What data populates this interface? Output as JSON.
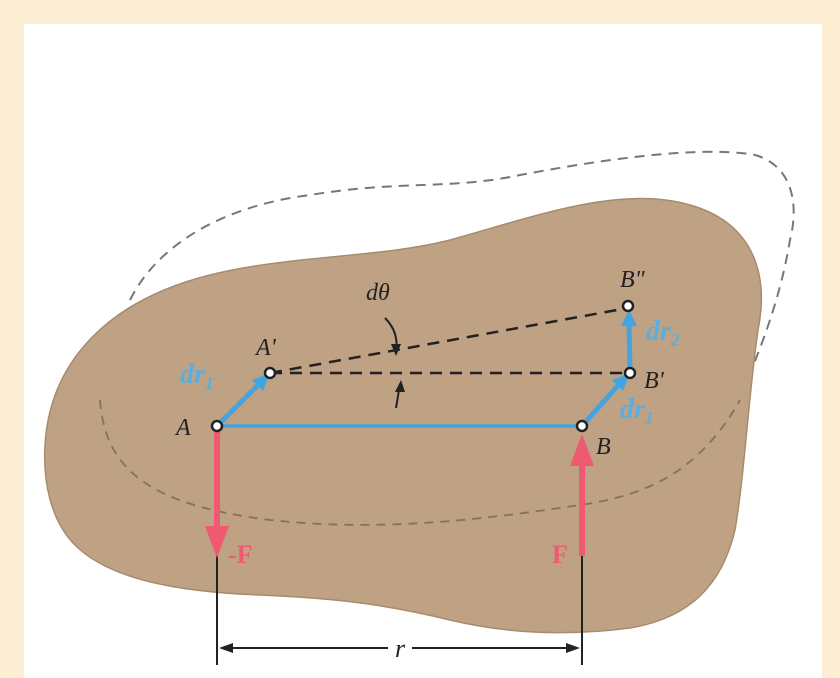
{
  "figure": {
    "labels": {
      "A": "A",
      "A_prime": "A'",
      "B": "B",
      "B_prime": "B'",
      "B_double_prime": "B\"",
      "d_theta": "dθ",
      "dr1_left": "dr",
      "dr1_left_sub": "1",
      "dr1_right": "dr",
      "dr1_right_sub": "1",
      "dr2": "dr",
      "dr2_sub": "2",
      "force_left": "-F",
      "force_right": "F",
      "distance": "r"
    },
    "colors": {
      "background": "#fbeed2",
      "body_fill": "#bfa184",
      "vector_blue": "#44a4e0",
      "force_red": "#ef5a73",
      "dashed_outline": "#777777"
    }
  }
}
